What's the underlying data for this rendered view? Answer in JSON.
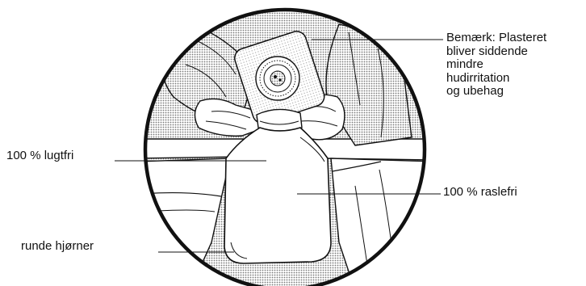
{
  "callouts": {
    "note": {
      "lines": [
        "Bemærk: Plasteret",
        "bliver siddende",
        "mindre",
        "hudirritation",
        "og ubehag"
      ]
    },
    "odorproof": "100 % lugtfri",
    "rustlefree": "100 % raslefri",
    "corners": "runde hjørner"
  },
  "colors": {
    "ink": "#111111",
    "paper": "#ffffff",
    "screen_tone": "#b9b9b9"
  }
}
